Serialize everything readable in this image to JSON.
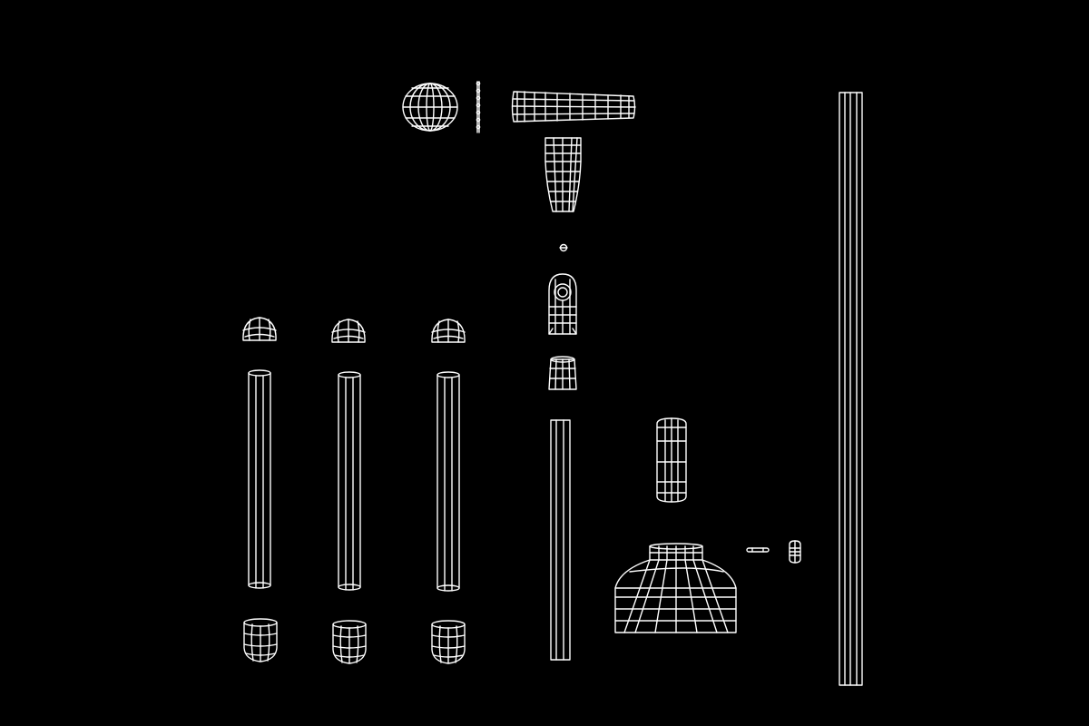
{
  "canvas": {
    "background": "#000000",
    "line_color": "#ffffff",
    "style": "wireframe exploded view"
  },
  "parts": [
    {
      "name": "ball-knob-part"
    },
    {
      "name": "washer-edge-part"
    },
    {
      "name": "tapered-handle-part"
    },
    {
      "name": "tapered-shaft-part"
    },
    {
      "name": "small-screw-part"
    },
    {
      "name": "bracket-joint-part"
    },
    {
      "name": "small-collar-part"
    },
    {
      "name": "center-pole-part"
    },
    {
      "name": "cap-top-part",
      "count": 3
    },
    {
      "name": "tube-leg-part",
      "count": 3
    },
    {
      "name": "foot-cup-part",
      "count": 3
    },
    {
      "name": "sleeve-part"
    },
    {
      "name": "bell-base-part"
    },
    {
      "name": "pin-part"
    },
    {
      "name": "nut-part"
    },
    {
      "name": "long-rail-part"
    }
  ]
}
